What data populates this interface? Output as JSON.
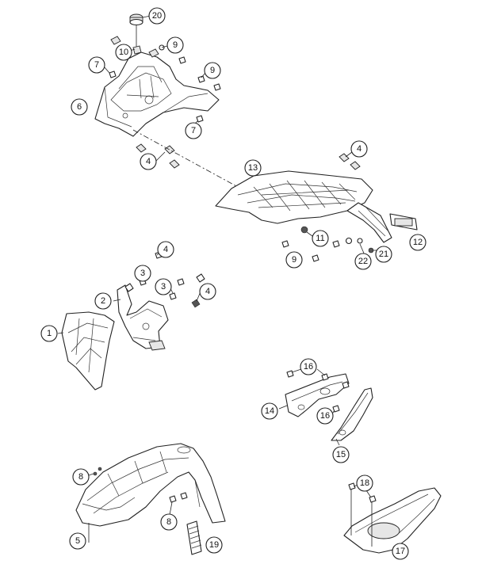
{
  "callouts": [
    {
      "id": "c20",
      "label": "20"
    },
    {
      "id": "c10",
      "label": "10"
    },
    {
      "id": "c9a",
      "label": "9"
    },
    {
      "id": "c7a",
      "label": "7"
    },
    {
      "id": "c9b",
      "label": "9"
    },
    {
      "id": "c6",
      "label": "6"
    },
    {
      "id": "c7b",
      "label": "7"
    },
    {
      "id": "c4a",
      "label": "4"
    },
    {
      "id": "c4b",
      "label": "4"
    },
    {
      "id": "c13",
      "label": "13"
    },
    {
      "id": "c11",
      "label": "11"
    },
    {
      "id": "c12",
      "label": "12"
    },
    {
      "id": "c9c",
      "label": "9"
    },
    {
      "id": "c22",
      "label": "22"
    },
    {
      "id": "c21",
      "label": "21"
    },
    {
      "id": "c4c",
      "label": "4"
    },
    {
      "id": "c3a",
      "label": "3"
    },
    {
      "id": "c2",
      "label": "2"
    },
    {
      "id": "c3b",
      "label": "3"
    },
    {
      "id": "c4d",
      "label": "4"
    },
    {
      "id": "c1",
      "label": "1"
    },
    {
      "id": "c16a",
      "label": "16"
    },
    {
      "id": "c14",
      "label": "14"
    },
    {
      "id": "c16b",
      "label": "16"
    },
    {
      "id": "c15",
      "label": "15"
    },
    {
      "id": "c8a",
      "label": "8"
    },
    {
      "id": "c18",
      "label": "18"
    },
    {
      "id": "c8b",
      "label": "8"
    },
    {
      "id": "c5",
      "label": "5"
    },
    {
      "id": "c19",
      "label": "19"
    },
    {
      "id": "c17",
      "label": "17"
    }
  ]
}
